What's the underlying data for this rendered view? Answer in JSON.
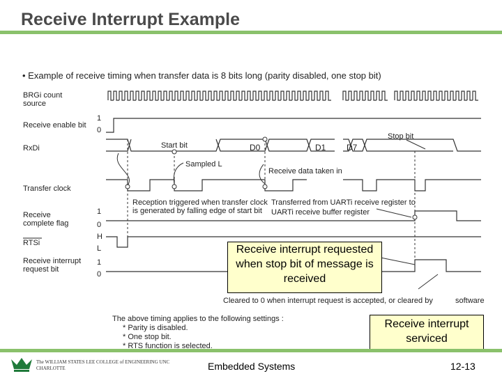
{
  "slide": {
    "title": "Receive Interrupt Example",
    "colors": {
      "accent": "#8ac16b",
      "accent_dark": "#006633"
    }
  },
  "diagram": {
    "heading": "• Example of receive timing when transfer data is 8 bits long (parity disabled, one stop bit)",
    "rows": {
      "brg_line1": "BRGi count",
      "brg_line2": "source",
      "receive_enable": "Receive enable bit",
      "rxdi": "RxDi",
      "transfer_clock": "Transfer clock",
      "complete_line1": "Receive",
      "complete_line2": "complete flag",
      "rtsi": "RTSi",
      "irq_line1": "Receive interrupt",
      "irq_line2": "request bit"
    },
    "levels": {
      "enable_high": "1",
      "enable_low": "0",
      "complete_high": "1",
      "complete_low": "0",
      "rts_high": "H",
      "rts_low": "L",
      "irq_high": "1",
      "irq_low": "0"
    },
    "waveform_labels": {
      "start_bit": "Start bit",
      "d0": "D0",
      "d1": "D1",
      "d7": "D7",
      "stop_bit": "Stop bit",
      "sampled": "Sampled  L",
      "receive_data": "Receive data taken in",
      "reception_line1": "Reception triggered when transfer clock",
      "reception_line2": "is generated by falling edge of start bit",
      "transferred_line1": "Transferred from UARTi receive register to",
      "transferred_line2": "UARTi receive buffer register",
      "software": "software",
      "cleared": "Cleared to  0  when interrupt request is accepted, or cleared by"
    },
    "settings": {
      "intro": "The above timing applies to the following settings :",
      "items": [
        "* Parity is disabled.",
        "* One stop bit.",
        "* RTS function is selected."
      ]
    }
  },
  "callouts": {
    "requested": "Receive interrupt requested when stop bit of message is received",
    "serviced": "Receive interrupt serviced"
  },
  "footer": {
    "college": "The WILLIAM STATES LEE COLLEGE of ENGINEERING UNC CHARLOTTE",
    "course": "Embedded Systems",
    "page": "12-13"
  }
}
